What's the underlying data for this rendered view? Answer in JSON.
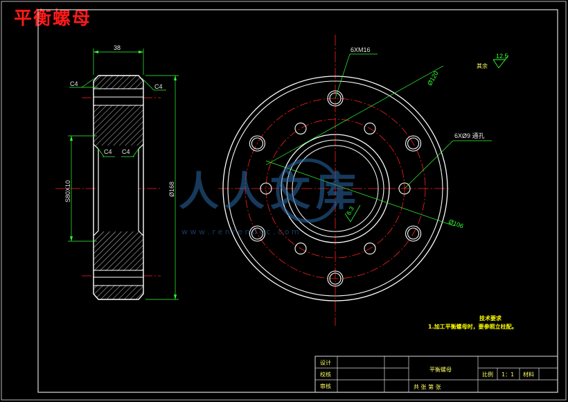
{
  "title": "平衡螺母",
  "colors": {
    "background": "#000000",
    "outline": "#ffffff",
    "centerline": "#ff2020",
    "dimension": "#33ff33",
    "hatch": "#cfcfcf",
    "border": "#cccccc",
    "watermark": "#2a6aa8"
  },
  "side_view": {
    "width_dim": "38",
    "chamfer_top_left": "C4",
    "chamfer_top_right": "C4",
    "chamfer_inner_left": "C4",
    "chamfer_inner_right": "C4",
    "thread_label": "S80X10",
    "height_dim": "Ø168"
  },
  "front_view": {
    "tapped_holes": "6XM16",
    "bolt_circle": "Ø120",
    "through_holes_label": "6XØ9 通孔",
    "outer_circle": "Ø106",
    "roughness_local": "6.3"
  },
  "roughness": {
    "label": "其余",
    "value": "12.5"
  },
  "technical_notes": {
    "heading": "技术要求",
    "line1": "1.加工平衡螺母时，要参照立柱配。"
  },
  "title_block": {
    "design": "设计",
    "check": "校核",
    "review": "审核",
    "part_name": "平衡螺母",
    "scale_label": "比例",
    "scale_value": "1：1",
    "material_label": "材料",
    "sheet_label": "共 张 第 张"
  },
  "watermark": {
    "text": "人人文库",
    "url": "w w w . r e n r e n d o c . c o m"
  }
}
